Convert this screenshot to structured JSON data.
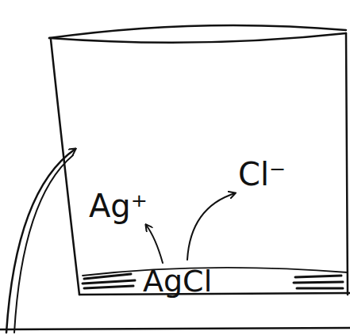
{
  "diagram": {
    "labels": [
      "Ag⁺",
      "Cl⁻",
      "AgCl"
    ]
  }
}
